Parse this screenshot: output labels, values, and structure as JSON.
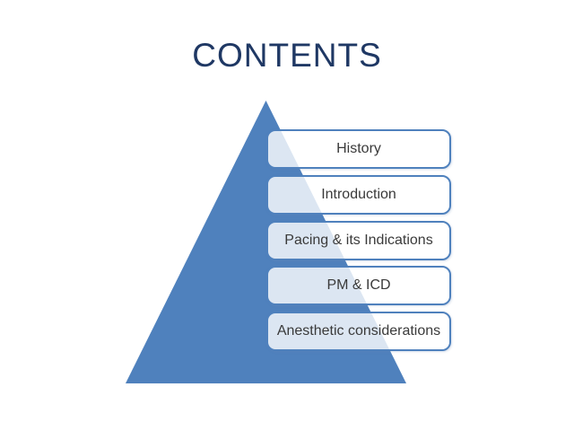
{
  "slide": {
    "title": "CONTENTS"
  },
  "colors": {
    "title_text": "#1F3864",
    "pyramid_fill": "#4F81BD",
    "box_border": "#4F81BD",
    "box_fill": "rgba(255,255,255,0.8)",
    "box_text": "#3A3A3A",
    "background": "#FFFFFF"
  },
  "pyramid_list": {
    "items": [
      {
        "label": "History"
      },
      {
        "label": "Introduction"
      },
      {
        "label": "Pacing & its Indications"
      },
      {
        "label": "PM & ICD"
      },
      {
        "label": "Anesthetic considerations"
      }
    ]
  }
}
